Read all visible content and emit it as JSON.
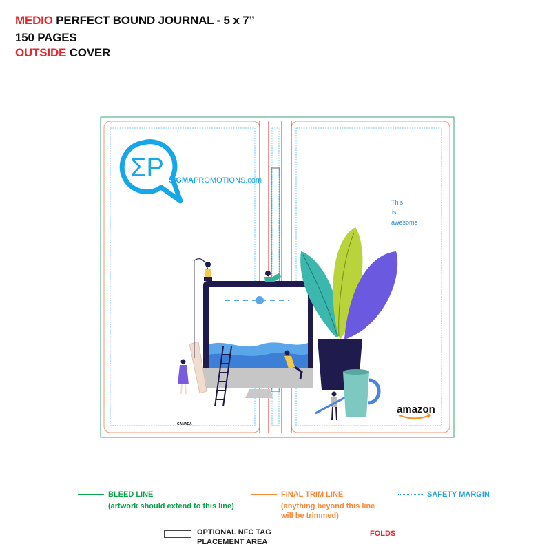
{
  "header": {
    "line1_accent": "MEDIO",
    "line1_rest": " PERFECT BOUND JOURNAL - 5 x 7”",
    "line2": "150 PAGES",
    "line3_accent": "OUTSIDE",
    "line3_rest": " COVER"
  },
  "cover": {
    "logo_mark": "ΣP",
    "logo_bold": "SIGMA",
    "logo_regular": "PROMOTIONS.com",
    "tagline": [
      "This",
      "is",
      "awesome"
    ],
    "brand": "amazon",
    "country_label": "CANADA"
  },
  "legend": {
    "bleed_title": "BLEED LINE",
    "bleed_note": "(artwork should extend to this line)",
    "trim_title": "FINAL TRIM LINE",
    "trim_note_1": "(anything beyond this line",
    "trim_note_2": "will be trimmed)",
    "safety_title": "SAFETY MARGIN",
    "nfc_title_1": "OPTIONAL NFC TAG",
    "nfc_title_2": "PLACEMENT AREA",
    "folds_title": "FOLDS"
  },
  "colors": {
    "bleed": "#0aa24a",
    "trim": "#f7893a",
    "safety": "#27a3dd",
    "folds": "#e8262c",
    "logo_blue": "#16a7e8"
  }
}
